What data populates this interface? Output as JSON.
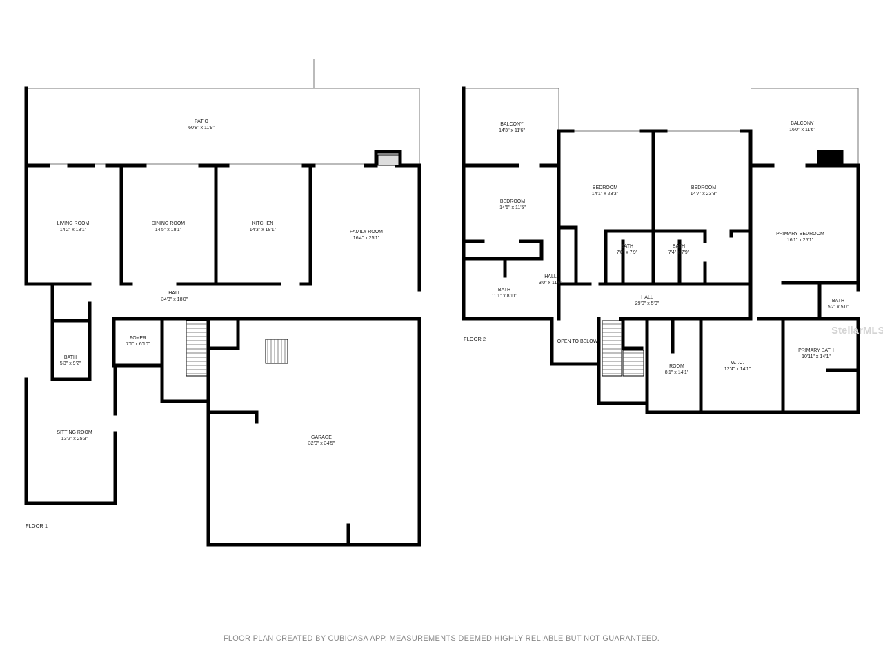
{
  "floors": [
    {
      "label": "FLOOR 1",
      "rooms": [
        {
          "name": "PATIO",
          "size": "60'8\" x 11'9\""
        },
        {
          "name": "LIVING ROOM",
          "size": "14'2\" x 18'1\""
        },
        {
          "name": "DINING ROOM",
          "size": "14'5\" x 18'1\""
        },
        {
          "name": "KITCHEN",
          "size": "14'3\" x 18'1\""
        },
        {
          "name": "FAMILY ROOM",
          "size": "16'4\" x 25'1\""
        },
        {
          "name": "HALL",
          "size": "34'3\" x 18'0\""
        },
        {
          "name": "BATH",
          "size": "5'3\" x 9'2\""
        },
        {
          "name": "FOYER",
          "size": "7'1\" x 6'10\""
        },
        {
          "name": "SITTING ROOM",
          "size": "13'2\" x 25'3\""
        },
        {
          "name": "GARAGE",
          "size": "32'0\" x 34'5\""
        }
      ]
    },
    {
      "label": "FLOOR 2",
      "rooms": [
        {
          "name": "BALCONY",
          "size": "14'3\" x 11'6\""
        },
        {
          "name": "BALCONY",
          "size": "16'0\" x 11'6\""
        },
        {
          "name": "BEDROOM",
          "size": "14'5\" x 11'5\""
        },
        {
          "name": "BEDROOM",
          "size": "14'1\" x 23'3\""
        },
        {
          "name": "BEDROOM",
          "size": "14'7\" x 23'3\""
        },
        {
          "name": "BATH",
          "size": "7'0\" x 7'9\""
        },
        {
          "name": "BATH",
          "size": "7'4\" x 7'9\""
        },
        {
          "name": "PRIMARY BEDROOM",
          "size": "16'1\" x 25'1\""
        },
        {
          "name": "BATH",
          "size": "11'1\" x 8'11\""
        },
        {
          "name": "HALL",
          "size": "3'0\" x 11'6\""
        },
        {
          "name": "HALL",
          "size": "29'0\" x 5'0\""
        },
        {
          "name": "BATH",
          "size": "5'2\" x 5'0\""
        },
        {
          "name": "OPEN TO BELOW",
          "size": ""
        },
        {
          "name": "ROOM",
          "size": "8'1\" x 14'1\""
        },
        {
          "name": "W.I.C.",
          "size": "12'4\" x 14'1\""
        },
        {
          "name": "PRIMARY BATH",
          "size": "10'11\" x 14'1\""
        }
      ]
    }
  ],
  "footer": "FLOOR PLAN CREATED BY CUBICASA APP. MEASUREMENTS DEEMED HIGHLY RELIABLE BUT NOT GUARANTEED.",
  "watermark": "StellarMLS",
  "colors": {
    "wall": "#000000",
    "text": "#222222",
    "footer": "#8a8a8a"
  }
}
